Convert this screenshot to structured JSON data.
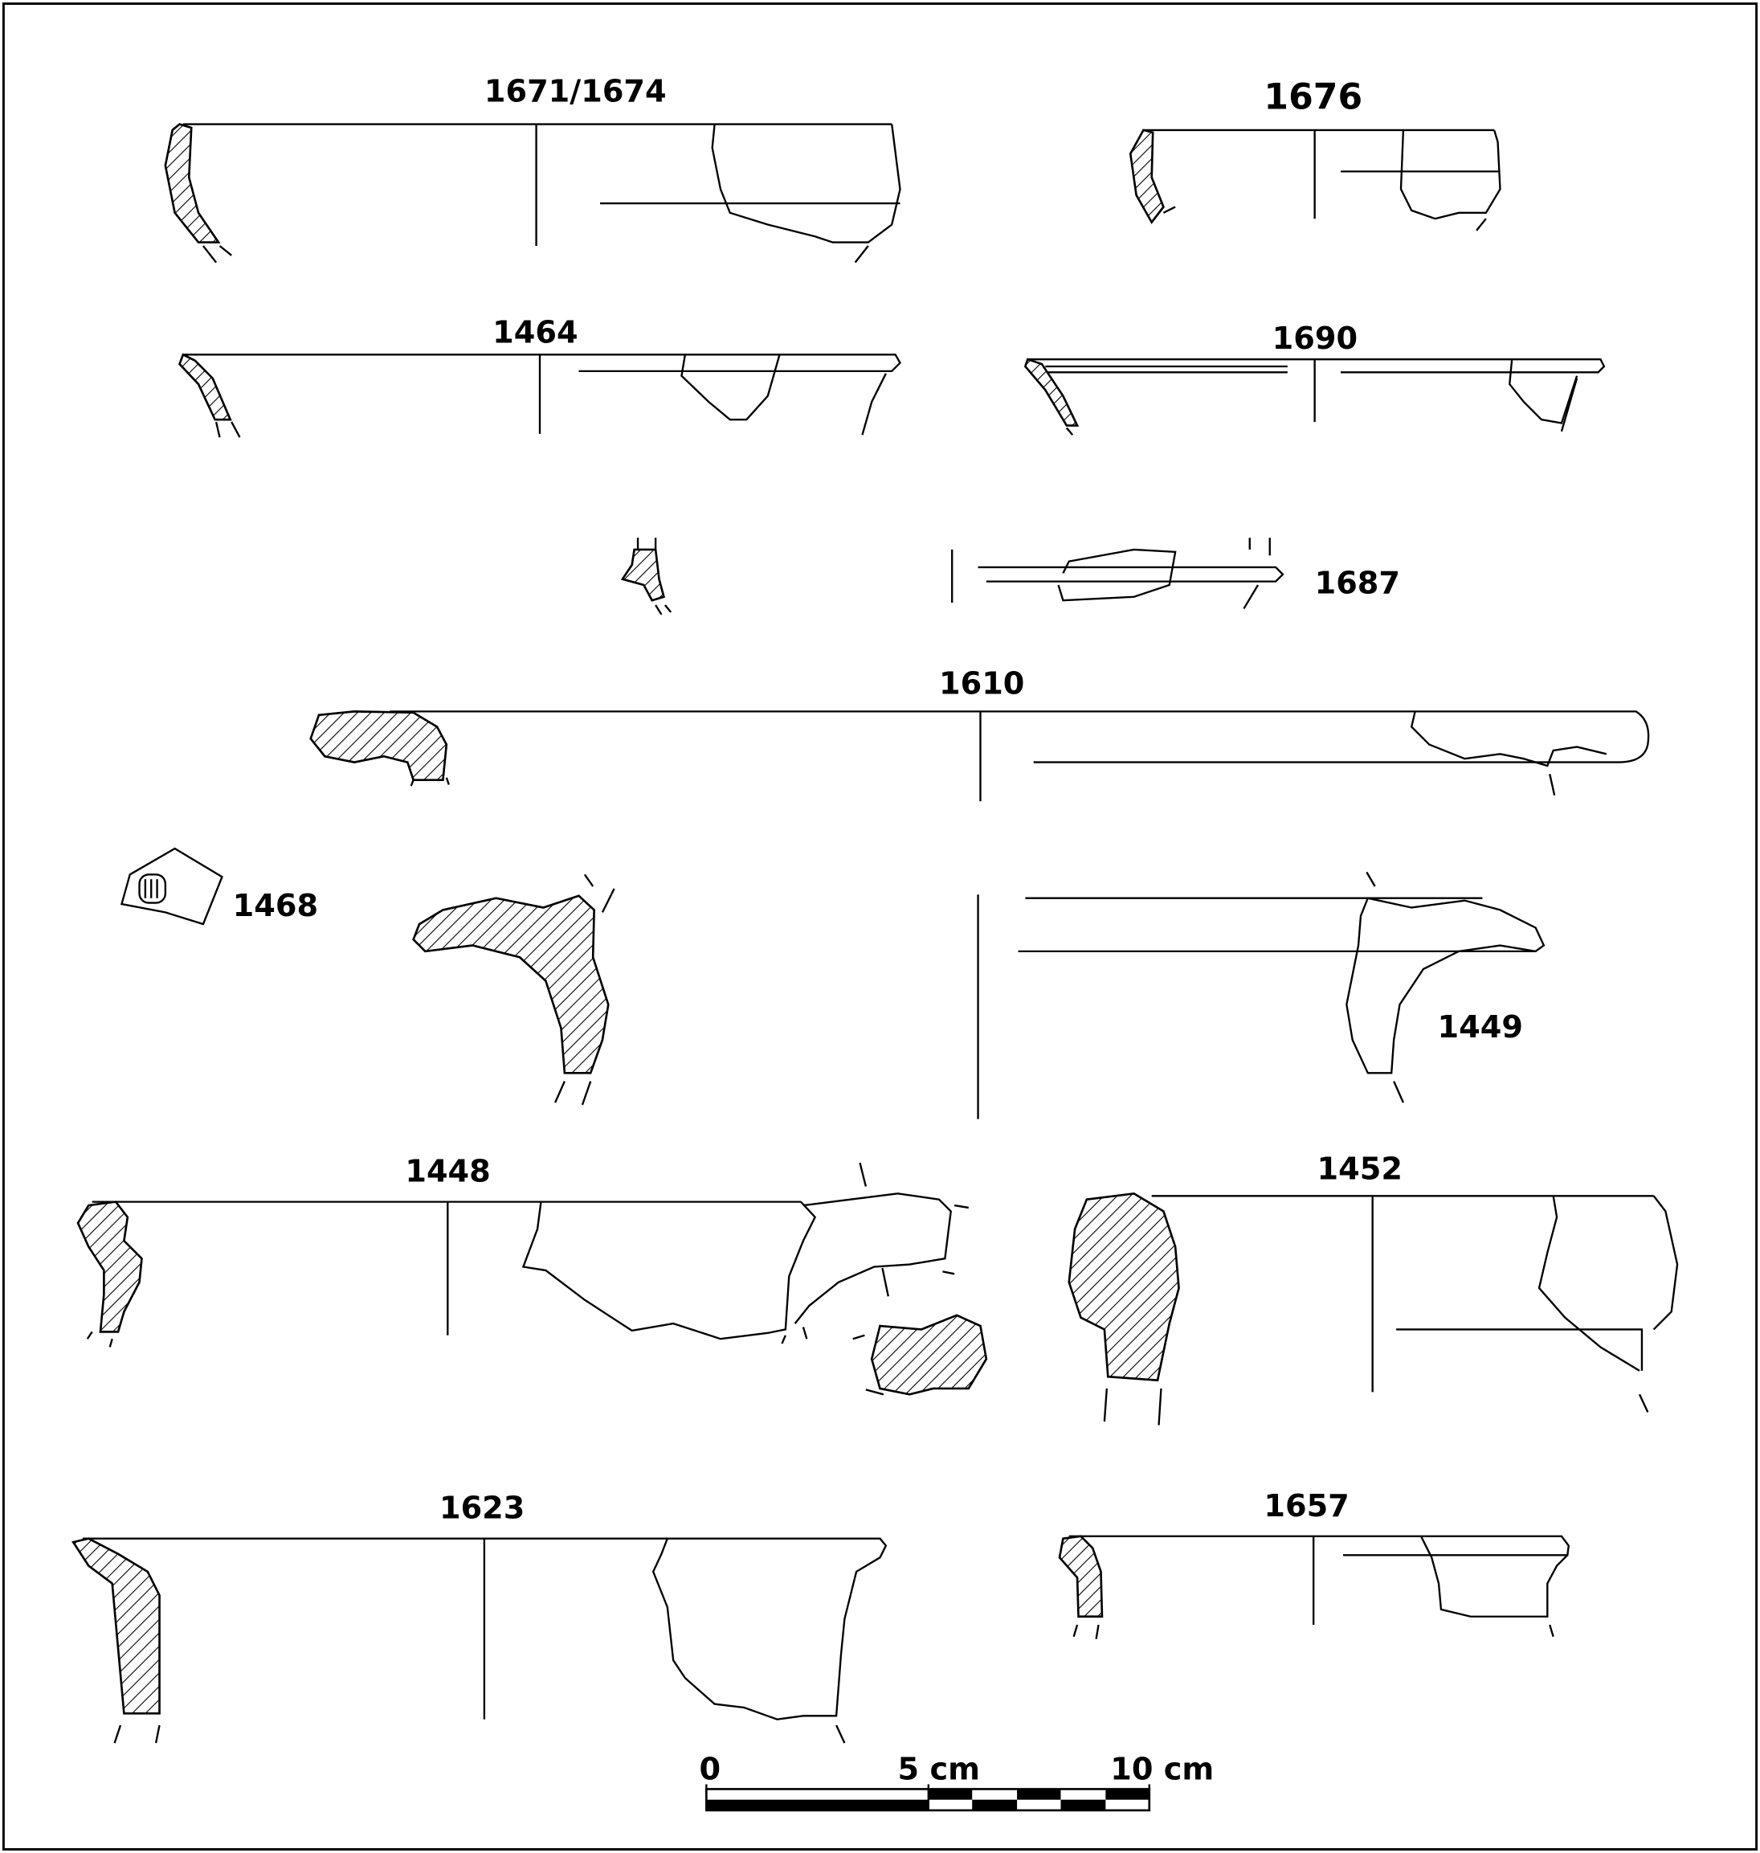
{
  "labels": {
    "l1671": "1671/1674",
    "l1676": "1676",
    "l1464": "1464",
    "l1690": "1690",
    "l1687": "1687",
    "l1610": "1610",
    "l1468": "1468",
    "l1449": "1449",
    "l1448": "1448",
    "l1452": "1452",
    "l1623": "1623",
    "l1657": "1657"
  },
  "scale_bar": {
    "zero": "0",
    "mid": "5 cm",
    "end": "10 cm"
  }
}
